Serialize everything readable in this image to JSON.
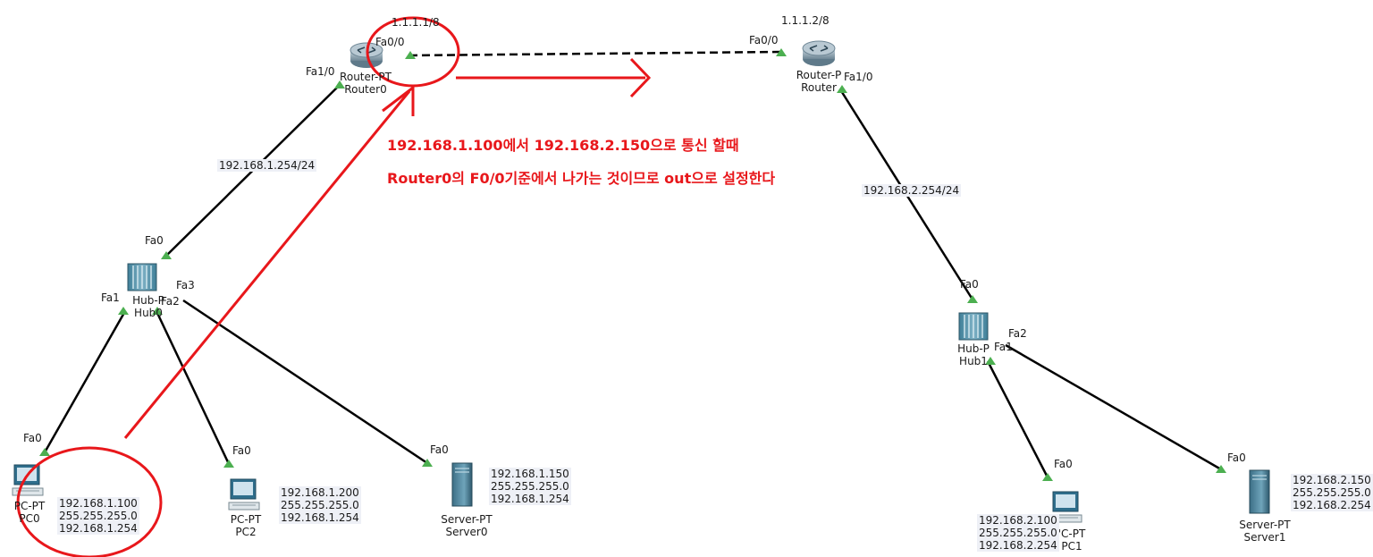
{
  "network": {
    "router0": {
      "type": "Router-PT",
      "name": "Router0",
      "ip": "1.1.1.1/8",
      "fa00": "Fa0/0",
      "fa10": "Fa1/0"
    },
    "router1": {
      "type": "Router-P",
      "name": "Router",
      "ip": "1.1.1.2/8",
      "fa00": "Fa0/0",
      "fa10": "Fa1/0"
    },
    "hub0": {
      "type": "Hub-P",
      "name": "Hub0",
      "fa0": "Fa0",
      "fa1": "Fa1",
      "fa2": "Fa2",
      "fa3": "Fa3"
    },
    "hub1": {
      "type": "Hub-P",
      "name": "Hub1",
      "fa0": "Fa0",
      "fa1": "Fa1",
      "fa2": "Fa2"
    },
    "pc0": {
      "type": "PC-PT",
      "name": "PC0",
      "port": "Fa0",
      "ip": "192.168.1.100",
      "mask": "255.255.255.0",
      "gateway": "192.168.1.254"
    },
    "pc2": {
      "type": "PC-PT",
      "name": "PC2",
      "port": "Fa0",
      "ip": "192.168.1.200",
      "mask": "255.255.255.0",
      "gateway": "192.168.1.254"
    },
    "server0": {
      "type": "Server-PT",
      "name": "Server0",
      "port": "Fa0",
      "ip": "192.168.1.150",
      "mask": "255.255.255.0",
      "gateway": "192.168.1.254"
    },
    "pc1": {
      "type": "'C-PT",
      "name": "PC1",
      "port": "Fa0",
      "ip": "192.168.2.100",
      "mask": "255.255.255.0",
      "gateway": "192.168.2.254"
    },
    "server1": {
      "type": "Server-PT",
      "name": "Server1",
      "port": "Fa0",
      "ip": "192.168.2.150",
      "mask": "255.255.255.0",
      "gateway": "192.168.2.254"
    },
    "lan1_label": "192.168.1.254/24",
    "lan2_label": "192.168.2.254/24"
  },
  "annotation": {
    "line1": "192.168.1.100에서 192.168.2.150으로 통신 할때",
    "line2": "Router0의 F0/0기준에서 나가는 것이므로 out으로 설정한다"
  },
  "colors": {
    "annotation": "#e8171b",
    "link": "#000000",
    "port": "#4caf50",
    "label_bg": "#eef0f6"
  }
}
